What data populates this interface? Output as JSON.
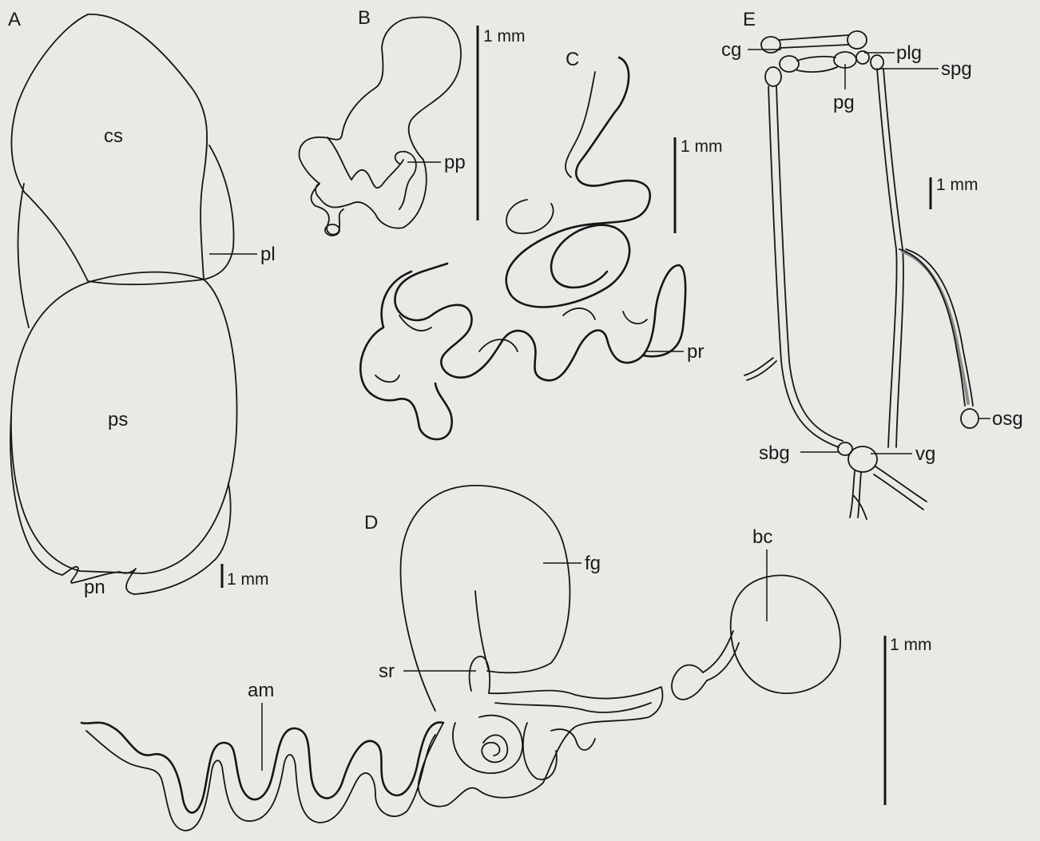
{
  "panels": {
    "A": {
      "letter": "A",
      "labels": {
        "cs": "cs",
        "pl": "pl",
        "ps": "ps",
        "pn": "pn"
      },
      "scale": "1 mm"
    },
    "B": {
      "letter": "B",
      "labels": {
        "pp": "pp"
      },
      "scale": "1 mm"
    },
    "C": {
      "letter": "C",
      "labels": {
        "pr": "pr"
      },
      "scale": "1 mm"
    },
    "D": {
      "letter": "D",
      "labels": {
        "fg": "fg",
        "bc": "bc",
        "sr": "sr",
        "am": "am"
      },
      "scale": "1 mm"
    },
    "E": {
      "letter": "E",
      "labels": {
        "cg": "cg",
        "plg": "plg",
        "spg": "spg",
        "pg": "pg",
        "osg": "osg",
        "sbg": "sbg",
        "vg": "vg"
      },
      "scale": "1 mm"
    }
  },
  "colors": {
    "background": "#ebe9e6",
    "ink": "#161616",
    "nerve_shade": "#8c8c8c"
  }
}
